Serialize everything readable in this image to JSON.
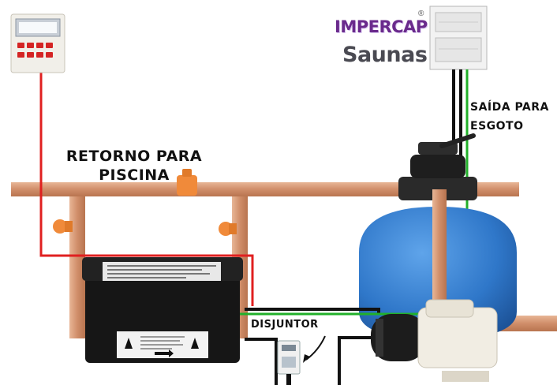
{
  "labels": {
    "retorno_line1": "RETORNO PARA",
    "retorno_line2": "PISCINA",
    "saida_line1": "SAÍDA PARA",
    "saida_line2": "ESGOTO",
    "disjuntor": "DISJUNTOR"
  },
  "brand": {
    "name_top": "IMPERCAP",
    "registered_mark": "®",
    "name_bottom": "Saunas"
  },
  "colors": {
    "pipe": "#d99a77",
    "valve": "#f08a3a",
    "tank": "#2f77c9",
    "wire_red": "#e02020",
    "wire_green": "#21b02a",
    "wire_black": "#111111"
  },
  "icons": {
    "controller": "control-panel-icon",
    "electrical_box": "distribution-box-icon",
    "heater": "heater-unit-icon",
    "filter": "sand-filter-icon",
    "pump": "pump-icon",
    "breaker": "circuit-breaker-icon"
  }
}
